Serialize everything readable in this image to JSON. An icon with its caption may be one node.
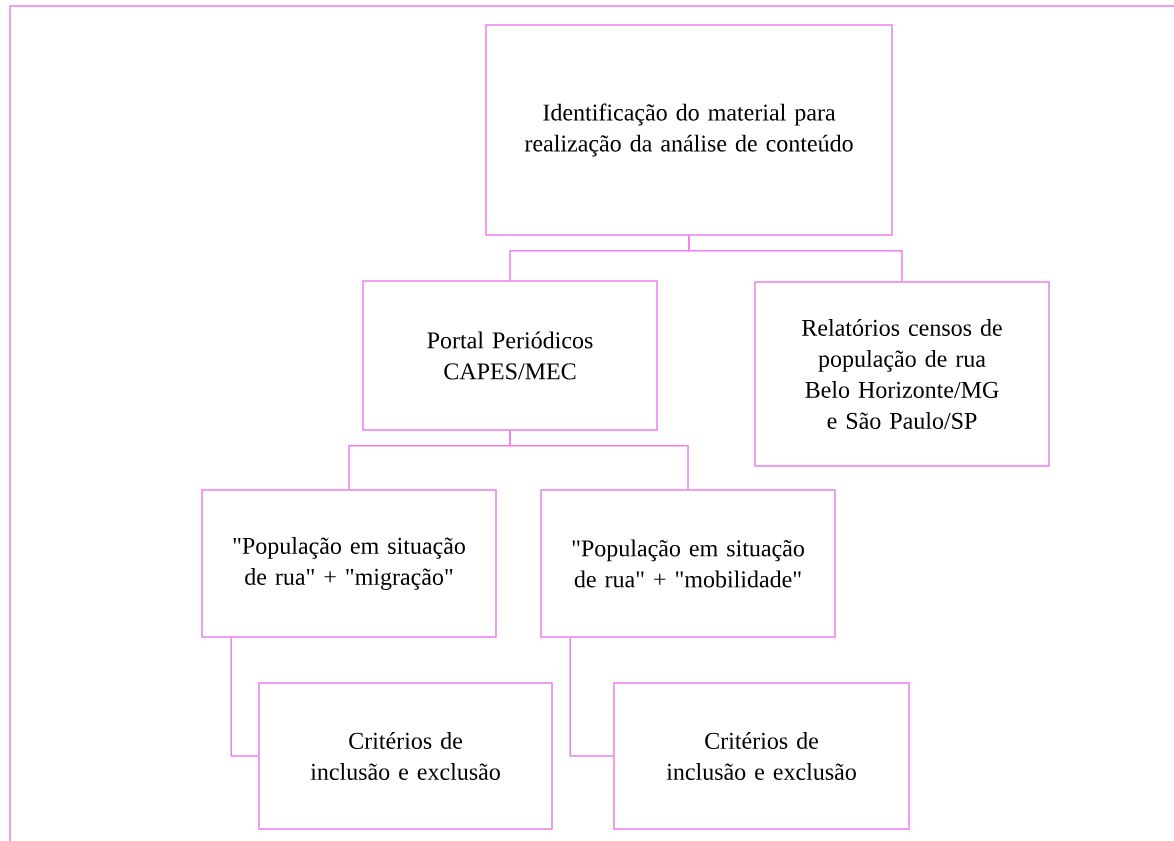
{
  "diagram": {
    "nodes": [
      {
        "text": [
          "Identificação do material para realização da análise de conteúdo"
        ]
      },
      {
        "text": [
          "Portal Periódicos CAPES/MEC"
        ]
      },
      {
        "text": [
          "Relatórios censos de população de rua Belo Horizonte/MG e São Paulo/SP"
        ]
      },
      {
        "text": [
          "\"População em situação de rua\" + \"migração\""
        ]
      },
      {
        "text": [
          "\"População em situação de rua\" + \"mobilidade\""
        ]
      },
      {
        "text": [
          "Critérios de inclusão e exclusão"
        ]
      },
      {
        "text": [
          "Critérios de inclusão e exclusão"
        ]
      }
    ],
    "edges": [
      {
        "from": 0,
        "to": 1,
        "arrow": "none"
      },
      {
        "from": 0,
        "to": 2,
        "arrow": "none"
      },
      {
        "from": 1,
        "to": 3,
        "arrow": "none"
      },
      {
        "from": 1,
        "to": 4,
        "arrow": "none"
      },
      {
        "from": 3,
        "to": 5,
        "arrow": "none"
      },
      {
        "from": 4,
        "to": 6,
        "arrow": "none"
      }
    ]
  }
}
